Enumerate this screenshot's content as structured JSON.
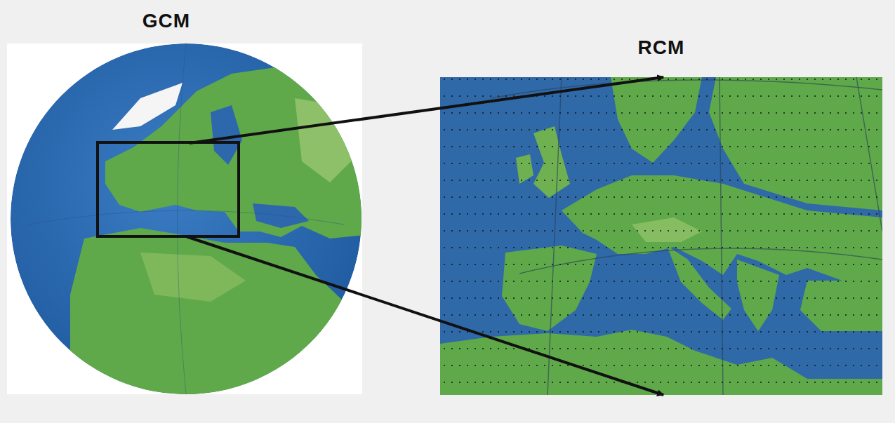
{
  "diagram": {
    "nodes": [
      {
        "text": [
          "GCM"
        ]
      },
      {
        "text": [
          "RCM"
        ]
      }
    ],
    "edges": [
      {
        "from": 0,
        "to": 1,
        "arrow": "to"
      },
      {
        "from": 0,
        "to": 1,
        "arrow": "to"
      }
    ]
  }
}
